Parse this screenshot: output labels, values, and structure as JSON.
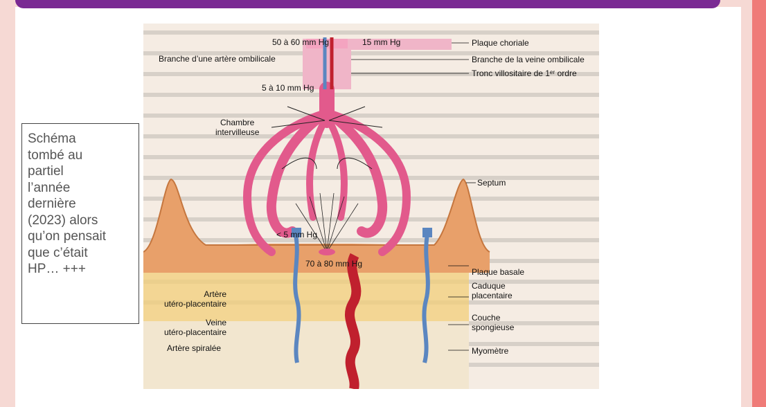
{
  "note": {
    "text": "Schéma\ntombé au\npartiel\nl’année\ndernière\n(2023) alors\nqu’on pensait\nque c’était\nHP… +++"
  },
  "diagram": {
    "labels": {
      "pressure_top_left": "50 à 60 mm Hg",
      "pressure_top_right": "15 mm Hg",
      "plaque_choriale": "Plaque choriale",
      "branche_artere": "Branche d’une artère ombilicale",
      "branche_veine": "Branche de la veine ombilicale",
      "tronc": "Tronc villositaire de 1ᵉʳ ordre",
      "pressure_mid": "5 à 10 mm Hg",
      "chambre": "Chambre\nintervilleuse",
      "septum": "Septum",
      "pressure_low": "< 5 mm Hg",
      "pressure_bottom": "70 à 80 mm Hg",
      "plaque_basale": "Plaque basale",
      "caduque": "Caduque\nplacentaire",
      "couche": "Couche\nspongieuse",
      "myometre": "Myomètre",
      "artere_utero": "Artère\nutéro-placentaire",
      "veine_utero": "Veine\nutéro-placentaire",
      "artere_spiralee": "Artère spiralée"
    }
  },
  "colors": {
    "top_bar": "#7a2a93",
    "right_band": "#ef7b78",
    "villi_pink": "#e25a8c",
    "vein_blue": "#5b86c0",
    "artery_red": "#c0202e",
    "plate_orange": "#e8a06a",
    "caduque_yellow": "#f2cf7a"
  }
}
